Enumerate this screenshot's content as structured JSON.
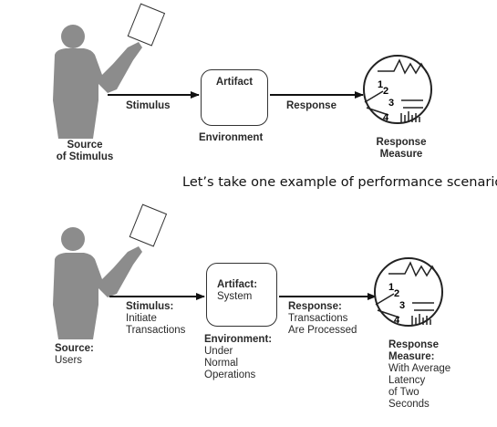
{
  "generic": {
    "source": [
      "Source",
      "of Stimulus"
    ],
    "stimulus": "Stimulus",
    "artifact": "Artifact",
    "environment": "Environment",
    "response": "Response",
    "response_measure": [
      "Response",
      "Measure"
    ]
  },
  "caption": "Let’s take one example of performance scenario:",
  "example": {
    "source_title": "Source:",
    "source_value": "Users",
    "stimulus_title": "Stimulus:",
    "stimulus_value": [
      "Initiate",
      "Transactions"
    ],
    "artifact_title": "Artifact:",
    "artifact_value": "System",
    "environment_title": "Environment:",
    "environment_value": [
      "Under",
      "Normal",
      "Operations"
    ],
    "response_title": "Response:",
    "response_value": [
      "Transactions",
      "Are Processed"
    ],
    "measure_title": [
      "Response",
      "Measure:"
    ],
    "measure_value": [
      "With Average",
      "Latency",
      "of Two",
      "Seconds"
    ]
  },
  "dial_numbers": [
    "1",
    "2",
    "3",
    "4"
  ],
  "colors": {
    "figure": "#8c8c8c",
    "ink": "#222222"
  }
}
